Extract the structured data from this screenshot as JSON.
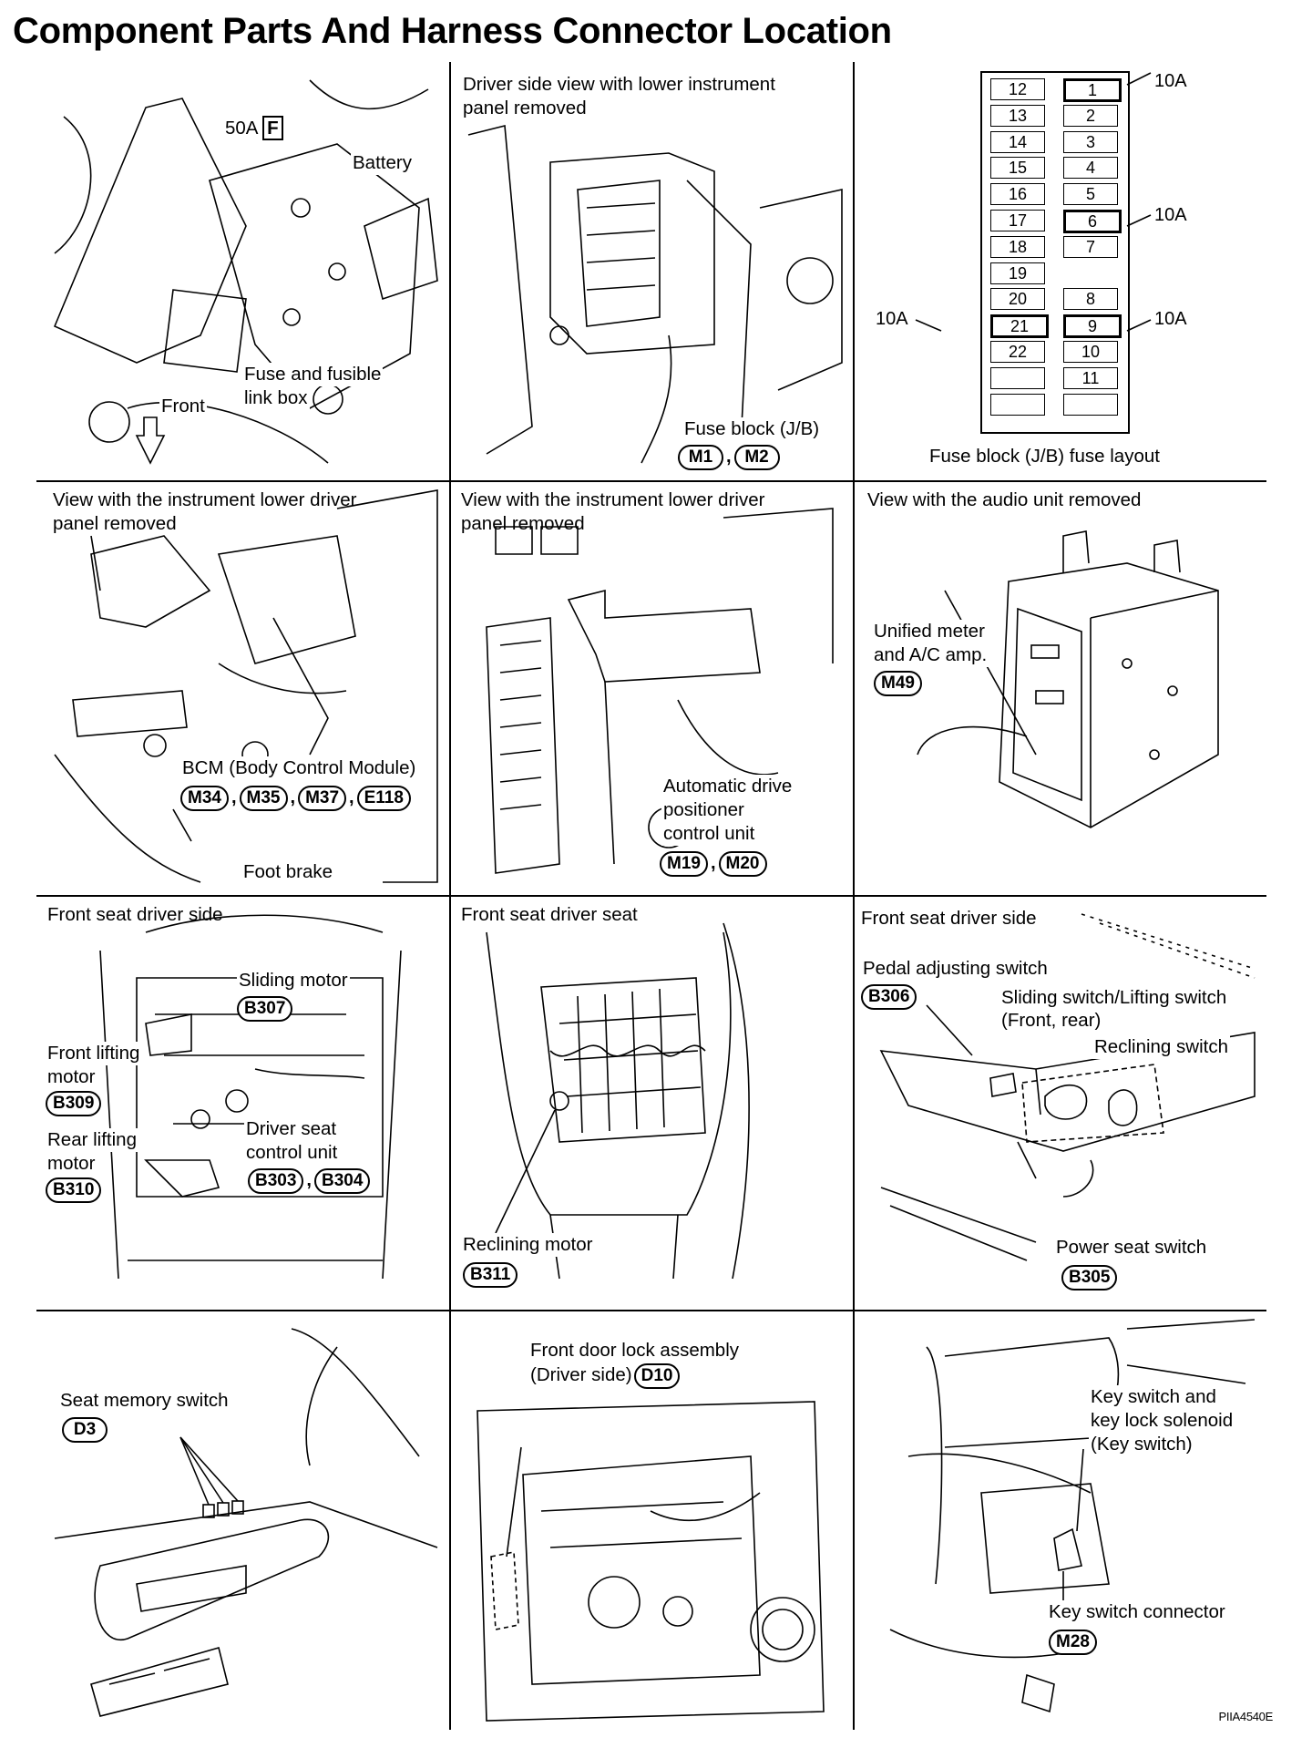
{
  "title": "Component Parts And Harness Connector Location",
  "code": "PIIA4540E",
  "p1": {
    "fuse_rating": "50A",
    "fuse_letter": "F",
    "battery": "Battery",
    "fuse_box": "Fuse and fusible",
    "fuse_box2": "link box",
    "front": "Front"
  },
  "p2": {
    "caption1": "Driver side view with lower instrument",
    "caption2": "panel removed",
    "label": "Fuse block (J/B)",
    "connectors": [
      "M1",
      "M2"
    ]
  },
  "p3": {
    "fuse_left": [
      "12",
      "13",
      "14",
      "15",
      "16",
      "17",
      "18",
      "19",
      "20",
      "21",
      "22",
      "",
      ""
    ],
    "fuse_right": [
      "1",
      "2",
      "3",
      "4",
      "5",
      "6",
      "7",
      "",
      "8",
      "9",
      "10",
      "11",
      ""
    ],
    "amps": [
      "10A",
      "10A",
      "10A",
      "10A"
    ],
    "caption": "Fuse block (J/B) fuse layout"
  },
  "p4": {
    "caption1": "View with the instrument lower driver",
    "caption2": "panel removed",
    "label": "BCM (Body Control Module)",
    "connectors": [
      "M34",
      "M35",
      "M37",
      "E118"
    ],
    "foot_brake": "Foot brake"
  },
  "p5": {
    "caption1": "View with the instrument lower driver",
    "caption2": "panel removed",
    "label1": "Automatic drive",
    "label2": "positioner",
    "label3": "control unit",
    "connectors": [
      "M19",
      "M20"
    ]
  },
  "p6": {
    "caption": "View with the audio unit removed",
    "label1": "Unified meter",
    "label2": "and A/C amp.",
    "connector": "M49"
  },
  "p7": {
    "caption": "Front seat driver side",
    "sliding": "Sliding motor",
    "sliding_conn": "B307",
    "front_lift1": "Front lifting",
    "front_lift2": "motor",
    "front_lift_conn": "B309",
    "rear_lift1": "Rear lifting",
    "rear_lift2": "motor",
    "rear_lift_conn": "B310",
    "dsc1": "Driver seat",
    "dsc2": "control unit",
    "dsc_conns": [
      "B303",
      "B304"
    ]
  },
  "p8": {
    "caption": "Front seat driver seat",
    "label": "Reclining motor",
    "connector": "B311"
  },
  "p9": {
    "caption": "Front seat driver side",
    "pedal": "Pedal adjusting switch",
    "pedal_conn": "B306",
    "slide1": "Sliding switch/Lifting switch",
    "slide2": "(Front, rear)",
    "recline": "Reclining switch",
    "power": "Power seat switch",
    "power_conn": "B305"
  },
  "p10": {
    "label": "Seat memory switch",
    "connector": "D3"
  },
  "p11": {
    "caption1": "Front door lock assembly",
    "caption2": "(Driver side)",
    "connector": "D10"
  },
  "p12": {
    "label1": "Key switch and",
    "label2": "key lock solenoid",
    "label3": "(Key switch)",
    "label4": "Key switch connector",
    "connector": "M28"
  }
}
